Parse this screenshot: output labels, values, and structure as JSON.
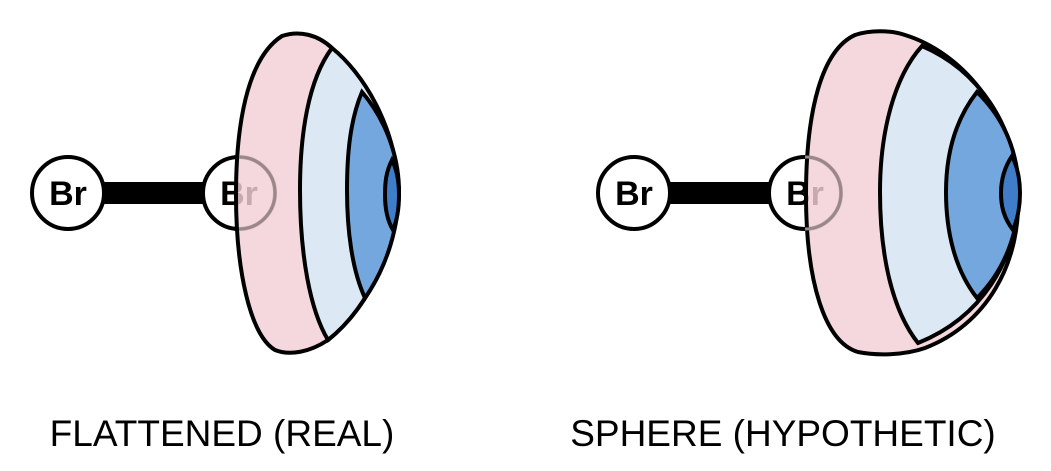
{
  "colors": {
    "background": "#ffffff",
    "outline": "#000000",
    "pink": "#f2cfd6",
    "pale_blue": "#dde8f5",
    "mid_blue": "#74a7dd",
    "deep_blue": "#3f7dc9",
    "faded_text": "#9a8888"
  },
  "panels": [
    {
      "atom_left_label": "Br",
      "atom_right_label": "Br",
      "caption": "FLATTENED (REAL)"
    },
    {
      "atom_left_label": "Br",
      "atom_right_label": "Br",
      "caption": "SPHERE (HYPOTHETIC)"
    }
  ]
}
